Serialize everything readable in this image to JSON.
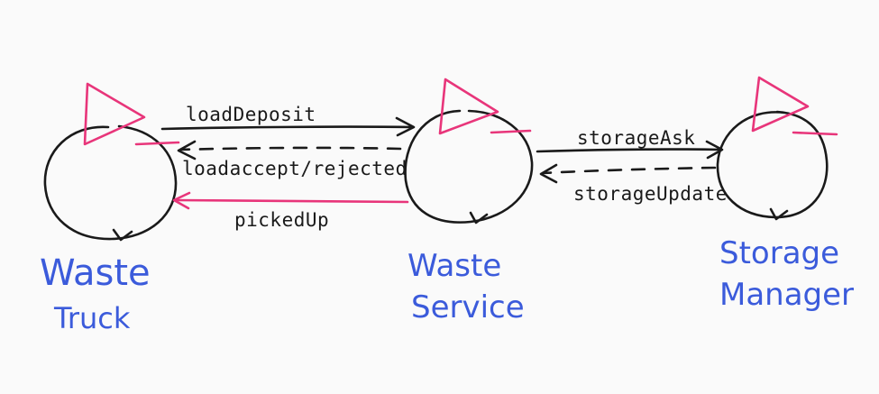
{
  "nodes": {
    "truck": {
      "line1": "Waste",
      "line2": "Truck"
    },
    "service": {
      "line1": "Waste",
      "line2": "Service"
    },
    "storage": {
      "line1": "Storage",
      "line2": "Manager"
    }
  },
  "edges": {
    "load_deposit": "loadDeposit",
    "load_accept": "loadaccept/rejected",
    "picked_up": "pickedUp",
    "storage_ask": "storageAsk",
    "storage_update": "storageUpdate"
  },
  "colors": {
    "ink": "#1a1a1a",
    "accent": "#e8357a",
    "label": "#3b5bdb",
    "background": "#fafafa"
  }
}
